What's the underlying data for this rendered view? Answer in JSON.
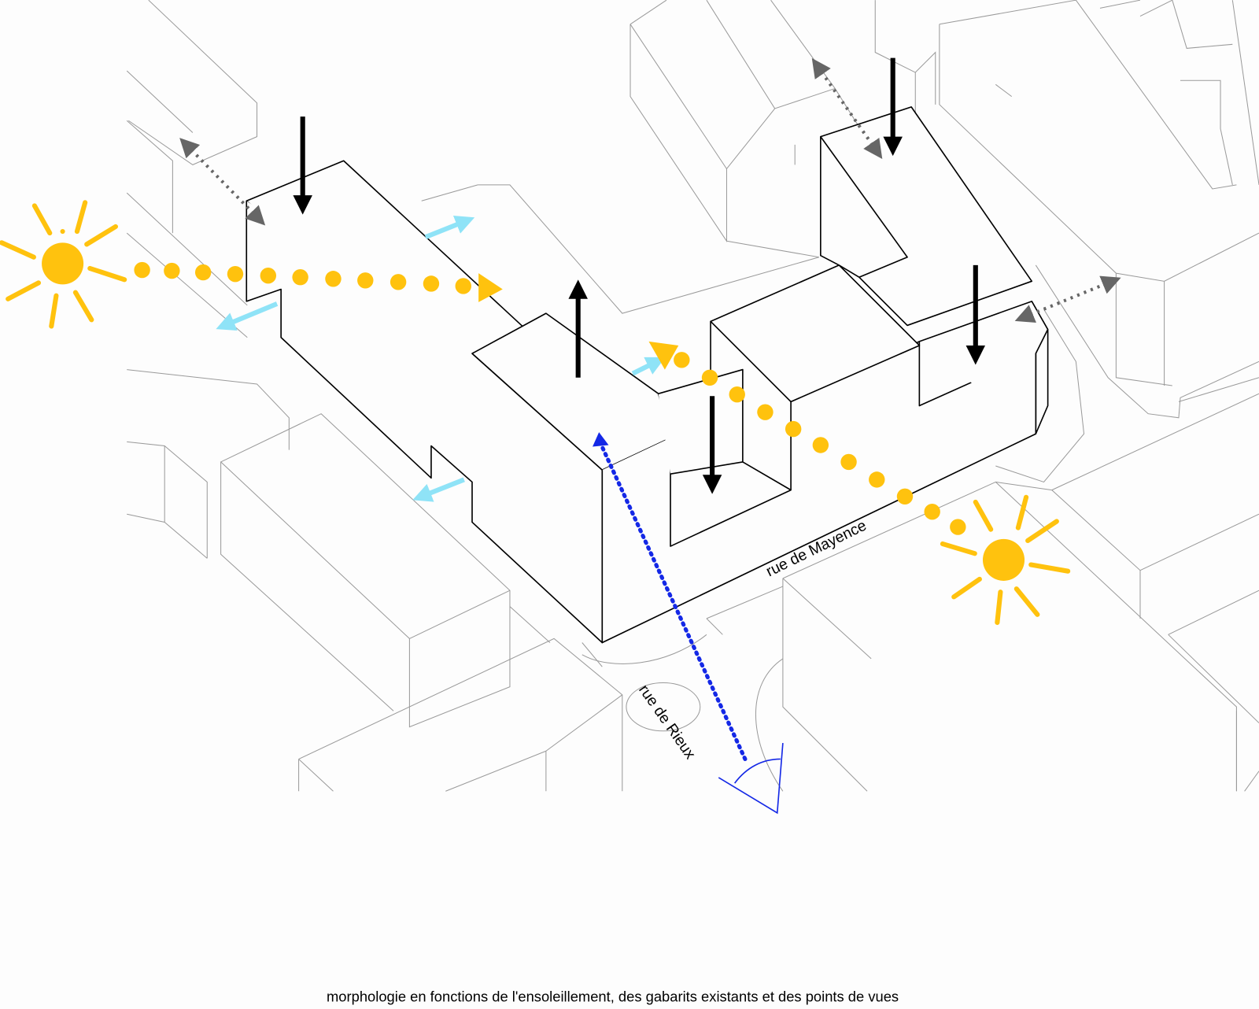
{
  "diagram": {
    "caption": "morphologie en fonctions de l'ensoleillement, des gabarits existants et des points de vues",
    "streets": {
      "mayence": "rue de Mayence",
      "rieux": "rue de Rieux"
    },
    "colors": {
      "sun": "#FFC20E",
      "view": "#1428E6",
      "air": "#8FE3F7",
      "context_view": "#666666",
      "volume_arrow": "#000000"
    }
  }
}
